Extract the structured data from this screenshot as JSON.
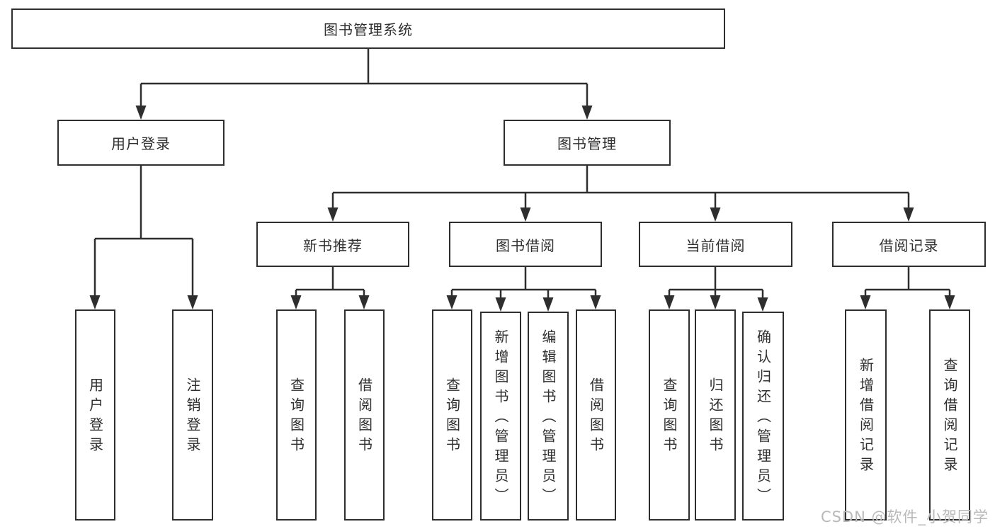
{
  "diagram": {
    "tree": {
      "label": "图书管理系统",
      "children": [
        {
          "label": "用户登录",
          "children": [
            {
              "label": "用户登录"
            },
            {
              "label": "注销登录"
            }
          ]
        },
        {
          "label": "图书管理",
          "children": [
            {
              "label": "新书推荐",
              "children": [
                {
                  "label": "查询图书"
                },
                {
                  "label": "借阅图书"
                }
              ]
            },
            {
              "label": "图书借阅",
              "children": [
                {
                  "label": "查询图书"
                },
                {
                  "label": "新增图书（管理员）"
                },
                {
                  "label": "编辑图书（管理员）"
                },
                {
                  "label": "借阅图书"
                }
              ]
            },
            {
              "label": "当前借阅",
              "children": [
                {
                  "label": "查询图书"
                },
                {
                  "label": "归还图书"
                },
                {
                  "label": "确认归还（管理员）"
                }
              ]
            },
            {
              "label": "借阅记录",
              "children": [
                {
                  "label": "新增借阅记录"
                },
                {
                  "label": "查询借阅记录"
                }
              ]
            }
          ]
        }
      ]
    }
  },
  "watermark": {
    "text": "CSDN @软件_小贺同学"
  },
  "colors": {
    "line": "#2e2e2e",
    "box_border": "#2e2e2e",
    "text": "#2f2f2f",
    "watermark": "#b9b9b9",
    "background": "#ffffff"
  }
}
